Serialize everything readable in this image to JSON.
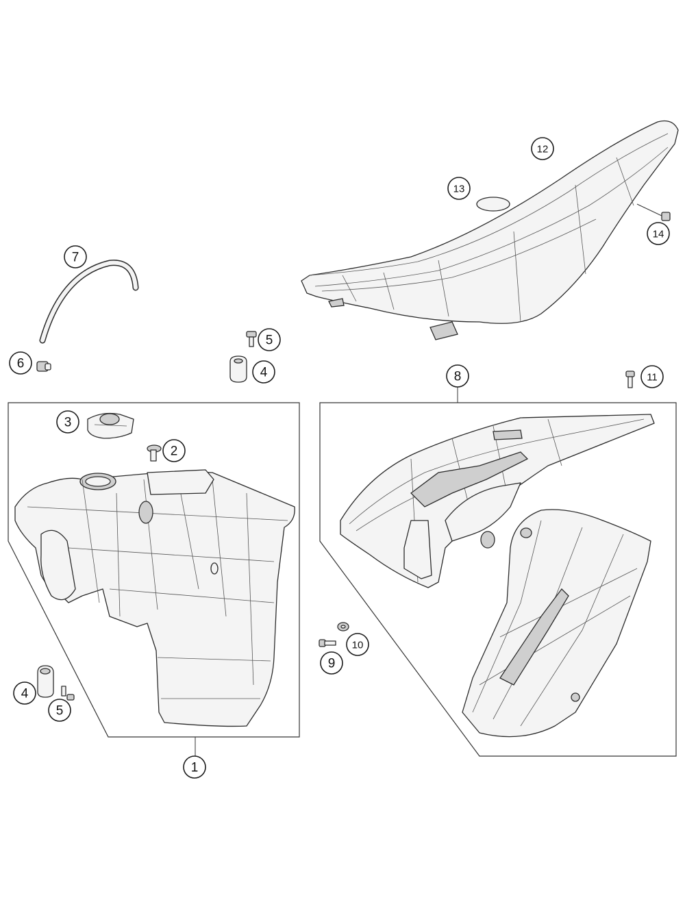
{
  "callouts": [
    {
      "id": "c1",
      "label": "1"
    },
    {
      "id": "c2",
      "label": "2"
    },
    {
      "id": "c3",
      "label": "3"
    },
    {
      "id": "c4a",
      "label": "4"
    },
    {
      "id": "c4b",
      "label": "4"
    },
    {
      "id": "c5a",
      "label": "5"
    },
    {
      "id": "c5b",
      "label": "5"
    },
    {
      "id": "c6",
      "label": "6"
    },
    {
      "id": "c7",
      "label": "7"
    },
    {
      "id": "c8",
      "label": "8"
    },
    {
      "id": "c9",
      "label": "9"
    },
    {
      "id": "c10",
      "label": "10"
    },
    {
      "id": "c11",
      "label": "11"
    },
    {
      "id": "c12",
      "label": "12"
    },
    {
      "id": "c13",
      "label": "13"
    },
    {
      "id": "c14",
      "label": "14"
    }
  ],
  "colors": {
    "line": "#2a2a2a",
    "fill": "#f4f4f4",
    "background": "#ffffff"
  }
}
